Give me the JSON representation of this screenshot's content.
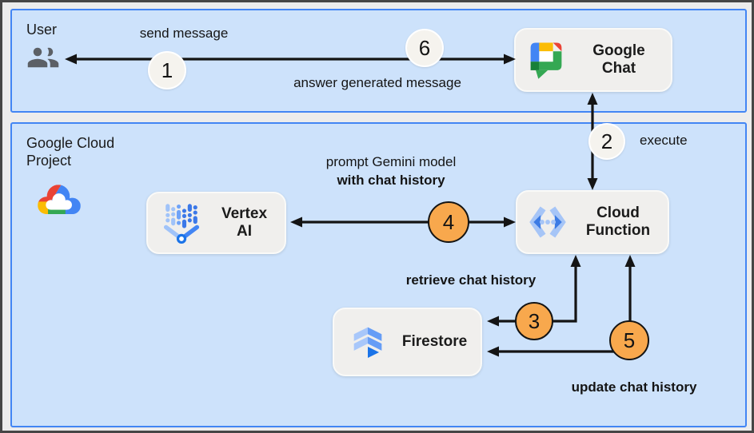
{
  "colors": {
    "zone_fill": "#CDE2FB",
    "zone_border": "#4285F4",
    "node_fill": "#F0EFED",
    "step_white_fill": "#F5F3EE",
    "step_orange_fill": "#F8A84D",
    "arrow": "#141414",
    "google_blue": "#4285F4",
    "google_red": "#EA4335",
    "google_yellow": "#FBBC04",
    "google_green": "#34A853"
  },
  "zones": {
    "user": {
      "label": "User"
    },
    "gcp": {
      "line1": "Google Cloud",
      "line2": "Project"
    }
  },
  "nodes": {
    "google_chat": {
      "line1": "Google",
      "line2": "Chat"
    },
    "vertex_ai": {
      "line1": "Vertex",
      "line2": "AI"
    },
    "cloud_function": {
      "line1": "Cloud",
      "line2": "Function"
    },
    "firestore": {
      "label": "Firestore"
    }
  },
  "edges": {
    "send": {
      "label": "send message",
      "step": "1"
    },
    "answer": {
      "label": "answer generated message",
      "step": "6"
    },
    "execute": {
      "label": "execute",
      "step": "2"
    },
    "prompt": {
      "line1": "prompt Gemini model",
      "line2": "with chat history",
      "step": "4"
    },
    "retrieve": {
      "label": "retrieve chat history",
      "step": "3"
    },
    "update": {
      "label": "update chat history",
      "step": "5"
    }
  },
  "icons": {
    "user": "users-icon",
    "google_chat": "google-chat-icon",
    "google_cloud": "google-cloud-icon",
    "vertex_ai": "vertex-ai-icon",
    "cloud_function": "cloud-function-icon",
    "firestore": "firestore-icon"
  }
}
